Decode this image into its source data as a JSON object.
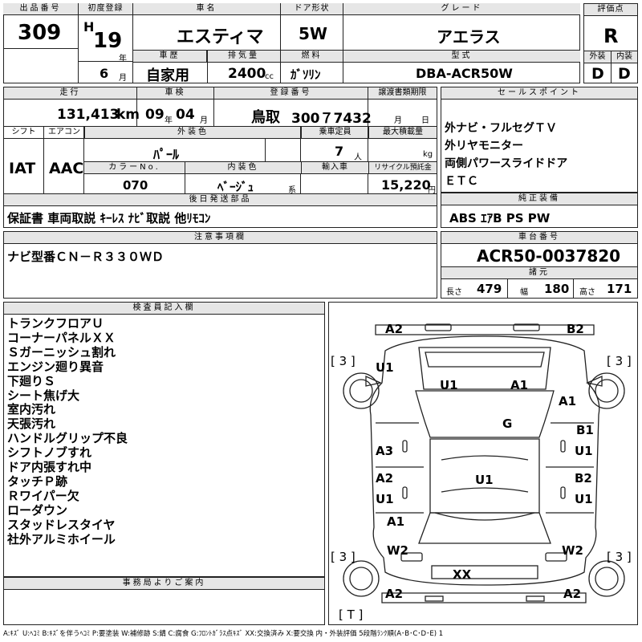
{
  "labels": {
    "lot_no": "出品番号",
    "first_reg": "初度登録",
    "car_name": "車名",
    "door": "ドア形状",
    "grade": "グレード",
    "score": "評価点",
    "shaken_kind": "車歴",
    "displacement": "排気量",
    "fuel": "燃料",
    "model_code": "型式",
    "exterior": "外装",
    "interior": "内装",
    "mileage": "走行",
    "inspection": "車検",
    "reg_no": "登録番号",
    "transfer_doc": "譲渡書類期限",
    "sales_point": "セールスポイント",
    "shift": "シフト",
    "aircon": "エアコン",
    "ext_color": "外装色",
    "capacity": "乗車定員",
    "max_load": "最大積載量",
    "color_no": "カラーNo.",
    "int_color": "内装色",
    "import": "輸入車",
    "recycle": "リサイクル預託金",
    "later_parts": "後日発送部品",
    "genuine_equip": "純正装備",
    "notes": "注意事項欄",
    "chassis_no": "車台番号",
    "specs": "諸元",
    "inspector": "検査員記入欄",
    "office_notice": "事務局よりご案内",
    "legend": "A:ｷｽﾞ U:ﾍｺﾐ B:ｷｽﾞを伴うﾍｺﾐ P:要塗装 W:補修跡 S:錆 C:腐食 G:ﾌﾛﾝﾄｶﾞﾗｽ点ｷｽﾞ XX:交換済み X:要交換 内・外装評価 5段階ﾗﾝｸ順(A･B･C･D･E) 1"
  },
  "vehicle": {
    "lot_no": "309",
    "era": "H",
    "year": "19",
    "year_unit": "年",
    "month": "6",
    "month_unit": "月",
    "car_name": "エスティマ",
    "door": "5W",
    "grade": "アエラス",
    "score": "R",
    "history": "自家用",
    "displacement": "2400",
    "displacement_unit": "cc",
    "fuel": "ｶﾞｿﾘﾝ",
    "model_code": "DBA-ACR50W",
    "exterior_score": "D",
    "interior_score": "D",
    "mileage": "131,413",
    "mileage_unit": "km",
    "inspection_year": "09",
    "inspection_year_unit": "年",
    "inspection_month": "04",
    "inspection_month_unit": "月",
    "reg_place": "鳥取",
    "reg_number": "300７7432",
    "doc_month_unit": "月",
    "doc_day_unit": "日",
    "shift": "IAT",
    "aircon": "AAC",
    "ext_color": "ﾊﾟｰﾙ",
    "capacity": "7",
    "capacity_unit": "人",
    "max_load_unit": "kg",
    "color_no": "070",
    "int_color": "ﾍﾞｰｼﾞｭ",
    "int_color_unit": "系",
    "recycle": "15,220",
    "recycle_unit": "円",
    "later_parts": "保証書 車両取説 ｷｰﾚｽ ﾅﾋﾞ取説 他ﾘﾓｺﾝ",
    "genuine_equip": "ABS ｴｱB PS PW",
    "notes": "ナビ型番ＣＮ－Ｒ３３０ＷＤ",
    "chassis_no": "ACR50-0037820",
    "length_label": "長さ",
    "length": "479",
    "width_label": "幅",
    "width": "180",
    "height_label": "高さ",
    "height": "171"
  },
  "sales_points": [
    "外ナビ・フルセグＴＶ",
    "外リヤモニター",
    "両側パワースライドドア",
    "ＥＴＣ"
  ],
  "inspector_notes": [
    "トランクフロアＵ",
    "コーナーパネルＸＸ",
    "Ｓガーニッシュ割れ",
    "エンジン廻り異音",
    "下廻りＳ",
    "シート焦げ大",
    "室内汚れ",
    "天張汚れ",
    "ハンドルグリップ不良",
    "シフトノブすれ",
    "ドア内張すれ中",
    "タッチＰ跡",
    "Ｒワイパー欠",
    "ローダウン",
    "スタッドレスタイヤ",
    "社外アルミホイール"
  ],
  "diagram": {
    "tire_front_left": "[ 3 ]",
    "tire_front_right": "[ 3 ]",
    "tire_rear_left": "[ 3 ]",
    "tire_rear_right": "[ 3 ]",
    "spare": "[ T ]",
    "damage": {
      "front_bumper_left": "A2",
      "front_bumper_right": "B2",
      "fender_left": "U1",
      "hood_left": "U1",
      "hood_right": "A1",
      "fender_right": "A1",
      "windshield": "G",
      "door_front_right_1": "B1",
      "door_front_right_2": "U1",
      "door_front_left": "A3",
      "roof": "U1",
      "door_rear_left_1": "A2",
      "door_rear_left_2": "U1",
      "door_rear_right_1": "B2",
      "door_rear_right_2": "U1",
      "quarter_left": "A1",
      "rear_left": "W2",
      "rear_right": "W2",
      "rear_panel": "XX",
      "rear_bumper_left": "A2",
      "rear_bumper_right": "A2"
    }
  }
}
